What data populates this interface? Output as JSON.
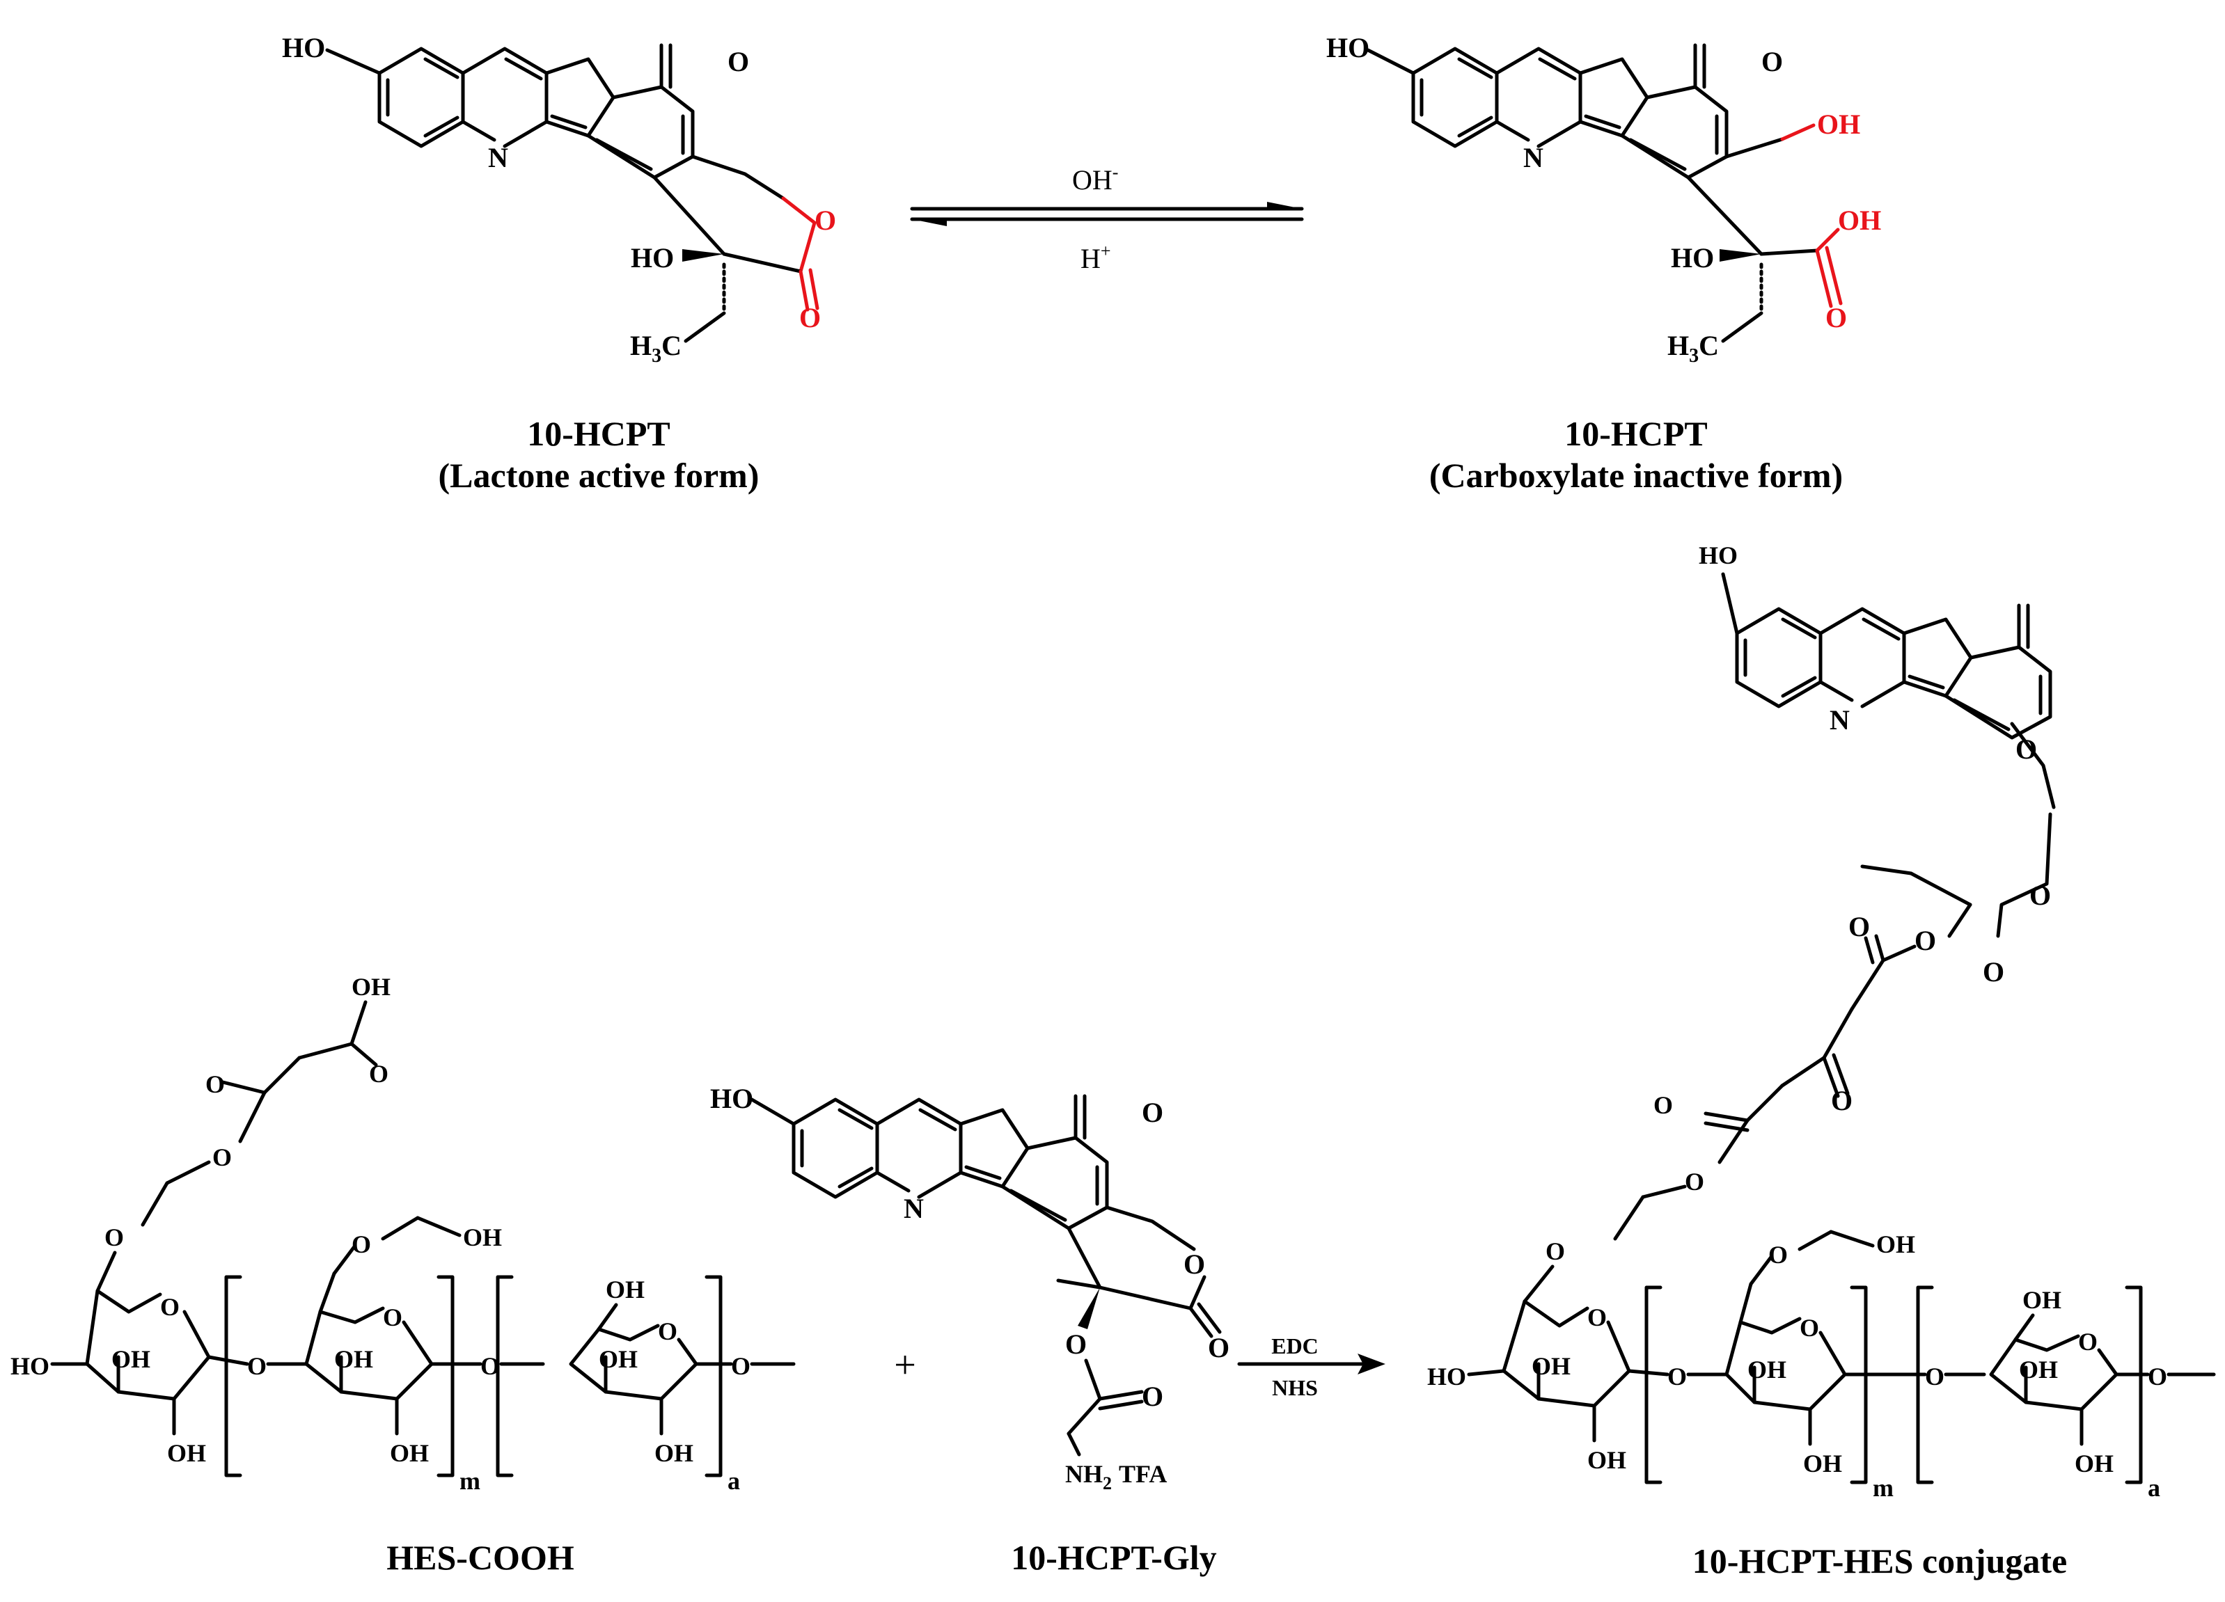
{
  "captions": {
    "lactone_name": "10-HCPT",
    "lactone_form": "(Lactone active form)",
    "carboxylate_name": "10-HCPT",
    "carboxylate_form": "(Carboxylate inactive form)",
    "hes_cooh": "HES-COOH",
    "hcpt_gly": "10-HCPT-Gly",
    "conjugate": "10-HCPT-HES conjugate"
  },
  "equilibrium": {
    "forward": "OH",
    "forward_sup": "-",
    "reverse": "H",
    "reverse_sup": "+"
  },
  "coupling": {
    "reagent_1": "EDC",
    "reagent_2": "NHS"
  },
  "plus_sign": "+",
  "atoms": {
    "HO": "HO",
    "OH": "OH",
    "O": "O",
    "N": "N",
    "H3C_H": "H",
    "H3C_3": "3",
    "H3C_C": "C",
    "NH2_N": "NH",
    "NH2_2": "2",
    "TFA": "TFA",
    "m": "m",
    "a": "a"
  },
  "colors": {
    "highlight": "#e8141b",
    "ink": "#000000"
  }
}
